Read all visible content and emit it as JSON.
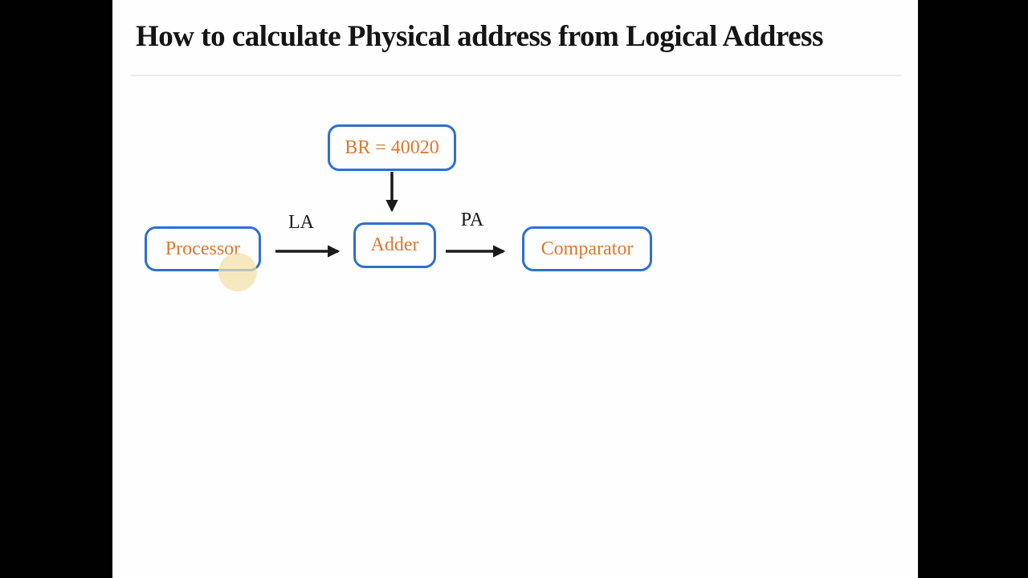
{
  "title": "How to calculate Physical address from Logical Address",
  "diagram": {
    "nodes": {
      "br": {
        "label": "BR = 40020"
      },
      "processor": {
        "label": "Processor"
      },
      "adder": {
        "label": "Adder"
      },
      "comparator": {
        "label": "Comparator"
      }
    },
    "edges": {
      "br_to_adder": {
        "from": "BR = 40020",
        "to": "Adder",
        "label": ""
      },
      "processor_to_adder": {
        "from": "Processor",
        "to": "Adder",
        "label": "LA"
      },
      "adder_to_comparator": {
        "from": "Adder",
        "to": "Comparator",
        "label": "PA"
      }
    }
  },
  "colors": {
    "box_border": "#2e6fd2",
    "box_text": "#df772e",
    "arrow": "#1a1a1a",
    "cursor_highlight": "#f4e0a6",
    "background": "#fefefe",
    "letterbox": "#010101"
  }
}
